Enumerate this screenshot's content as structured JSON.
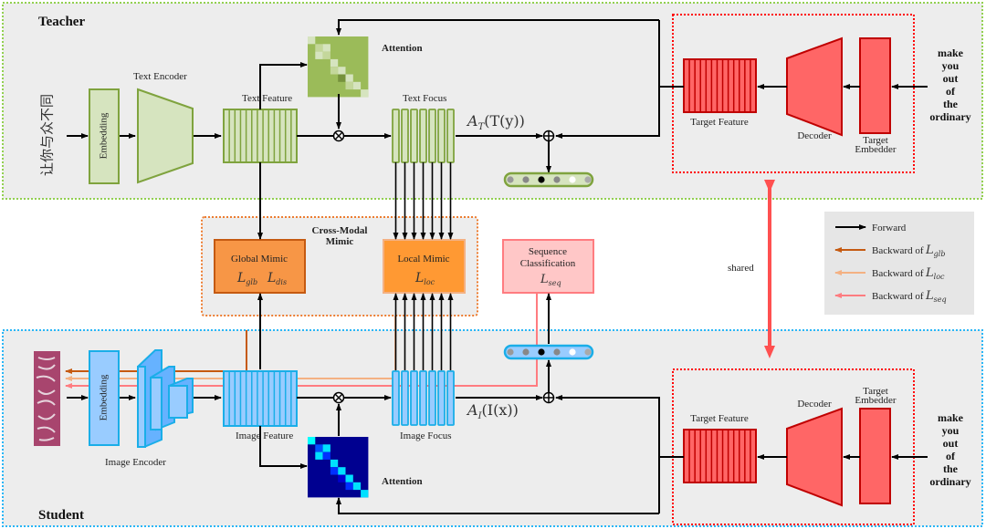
{
  "teacher": {
    "title": "Teacher",
    "input_text": "让你与众不同",
    "embedding_label": "Embedding",
    "encoder_label": "Text Encoder",
    "feature_label": "Text Feature",
    "attention_label": "Attention",
    "focus_label": "Text Focus",
    "focus_formula": "A",
    "focus_formula_sub": "T",
    "focus_formula_arg": "(T(y))",
    "colors": {
      "fill": "#d6e4bf",
      "stroke": "#7fa33e",
      "attn": "#9bbb59",
      "border": "#92d050"
    }
  },
  "student": {
    "title": "Student",
    "embedding_label": "Embedding",
    "encoder_label": "Image Encoder",
    "feature_label": "Image Feature",
    "attention_label": "Attention",
    "focus_label": "Image Focus",
    "focus_formula": "A",
    "focus_formula_sub": "I",
    "focus_formula_arg": "(I(x))",
    "colors": {
      "fill": "#99ccff",
      "stroke": "#1aaee8",
      "attn": "#000090",
      "border": "#29b6f6"
    }
  },
  "decoder_top": {
    "feature_label": "Target Feature",
    "decoder_label": "Decoder",
    "embedder_label_1": "Target",
    "embedder_label_2": "Embedder",
    "target_words": [
      "make",
      "you",
      "out",
      "of",
      "the",
      "ordinary"
    ]
  },
  "decoder_bottom": {
    "feature_label": "Target Feature",
    "decoder_label": "Decoder",
    "embedder_label_1": "Target",
    "embedder_label_2": "Embedder",
    "target_words": [
      "make",
      "you",
      "out",
      "of",
      "the",
      "ordinary"
    ]
  },
  "cross_modal": {
    "title_1": "Cross-Modal",
    "title_2": "Mimic",
    "global": {
      "label": "Global Mimic",
      "loss1": "L",
      "loss1_sub": "glb",
      "loss2": "L",
      "loss2_sub": "dis"
    },
    "local": {
      "label": "Local Mimic",
      "loss": "L",
      "loss_sub": "loc"
    }
  },
  "sequence": {
    "label_1": "Sequence",
    "label_2": "Classification",
    "loss": "L",
    "loss_sub": "seq"
  },
  "shared_label": "shared",
  "legend": [
    {
      "label": "Forward",
      "loss": "",
      "loss_sub": "",
      "color": "#000000"
    },
    {
      "label": "Backward of",
      "loss": "L",
      "loss_sub": "glb",
      "color": "#c55a11"
    },
    {
      "label": "Backward of",
      "loss": "L",
      "loss_sub": "loc",
      "color": "#f4b183"
    },
    {
      "label": "Backward of",
      "loss": "L",
      "loss_sub": "seq",
      "color": "#ff7c80"
    }
  ],
  "colors": {
    "forward": "#000000",
    "back_glb": "#c55a11",
    "back_loc": "#f4b183",
    "back_seq": "#ff7c80",
    "decoder_fill": "#ff6666",
    "decoder_stroke": "#c00000",
    "decoder_border": "#ff0000",
    "shared_arrow": "#ff5050",
    "global_fill": "#f79646",
    "local_fill": "#ff9933",
    "seq_fill": "#ffc7c7",
    "cross_border": "#ed7d31"
  }
}
